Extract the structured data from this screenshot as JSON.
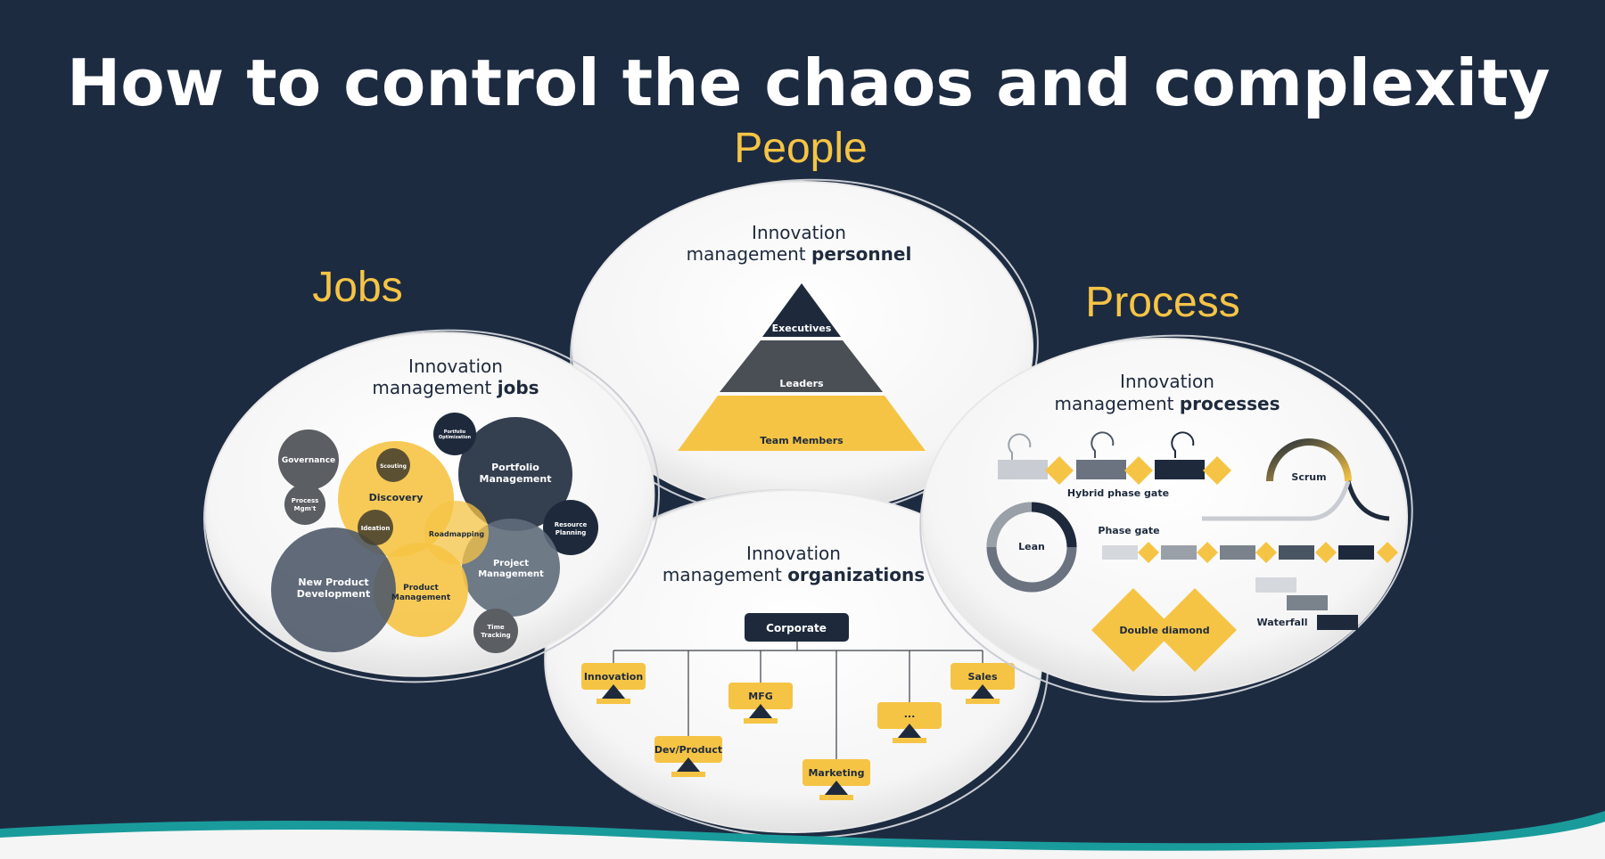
{
  "slide": {
    "title": "How to control the chaos and complexity",
    "categories": {
      "people": "People",
      "jobs": "Jobs",
      "process": "Process"
    }
  },
  "people_panel": {
    "title_line1": "Innovation",
    "title_prefix": "management ",
    "title_bold": "personnel",
    "pyramid": [
      "Executives",
      "Leaders",
      "Team Members"
    ]
  },
  "jobs_panel": {
    "title_line1": "Innovation",
    "title_prefix": "management ",
    "title_bold": "jobs",
    "bubbles": {
      "governance": "Governance",
      "process_mgmt_1": "Process",
      "process_mgmt_2": "Mgm't",
      "scouting": "Scouting",
      "discovery": "Discovery",
      "ideation": "Ideation",
      "portfolio_optimization_1": "Portfolio",
      "portfolio_optimization_2": "Optimization",
      "portfolio_management_1": "Portfolio",
      "portfolio_management_2": "Management",
      "resource_planning_1": "Resource",
      "resource_planning_2": "Planning",
      "roadmapping": "Roadmapping",
      "project_management_1": "Project",
      "project_management_2": "Management",
      "new_product_1": "New Product",
      "new_product_2": "Development",
      "product_management_1": "Product",
      "product_management_2": "Management",
      "time_tracking_1": "Time",
      "time_tracking_2": "Tracking"
    }
  },
  "org_panel": {
    "title_line1": "Innovation",
    "title_prefix": "management ",
    "title_bold": "organizations",
    "root": "Corporate",
    "units": [
      "Innovation",
      "Dev/Product",
      "MFG",
      "Marketing",
      "...",
      "Sales"
    ]
  },
  "process_panel": {
    "title_line1": "Innovation",
    "title_prefix": "management ",
    "title_bold": "processes",
    "hybrid": "Hybrid phase gate",
    "scrum": "Scrum",
    "lean": "Lean",
    "phase_gate": "Phase gate",
    "double_diamond": "Double diamond",
    "waterfall": "Waterfall"
  },
  "colors": {
    "background": "#1d2b41",
    "accent": "#f6c445",
    "navy": "#1e2a3c",
    "gray": "#6b7280"
  }
}
